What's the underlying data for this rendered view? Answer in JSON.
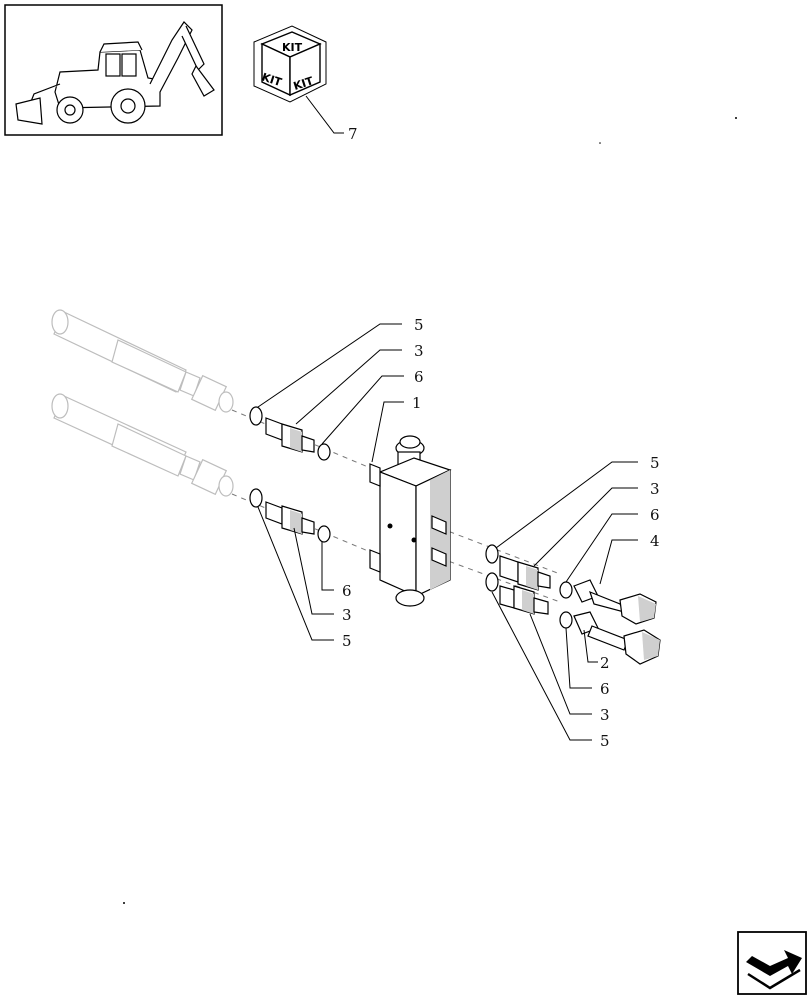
{
  "callouts": {
    "kit": "7",
    "upper_left_seal": "5",
    "upper_left_adapter": "3",
    "upper_left_oring": "6",
    "valve_block": "1",
    "upper_right_seal": "5",
    "upper_right_adapter": "3",
    "upper_right_oring": "6",
    "upper_right_pipe": "4",
    "lower_left_oring": "6",
    "lower_left_adapter": "3",
    "lower_left_seal": "5",
    "lower_right_pipe": "2",
    "lower_right_oring": "6",
    "lower_right_adapter": "3",
    "lower_right_seal": "5"
  },
  "kit_icon": {
    "top": "KIT",
    "left": "KIT",
    "right": "KIT"
  },
  "icons": {
    "machine": "backhoe-loader-icon",
    "kit": "kit-cube-icon",
    "nav": "next-page-arrow-icon"
  }
}
